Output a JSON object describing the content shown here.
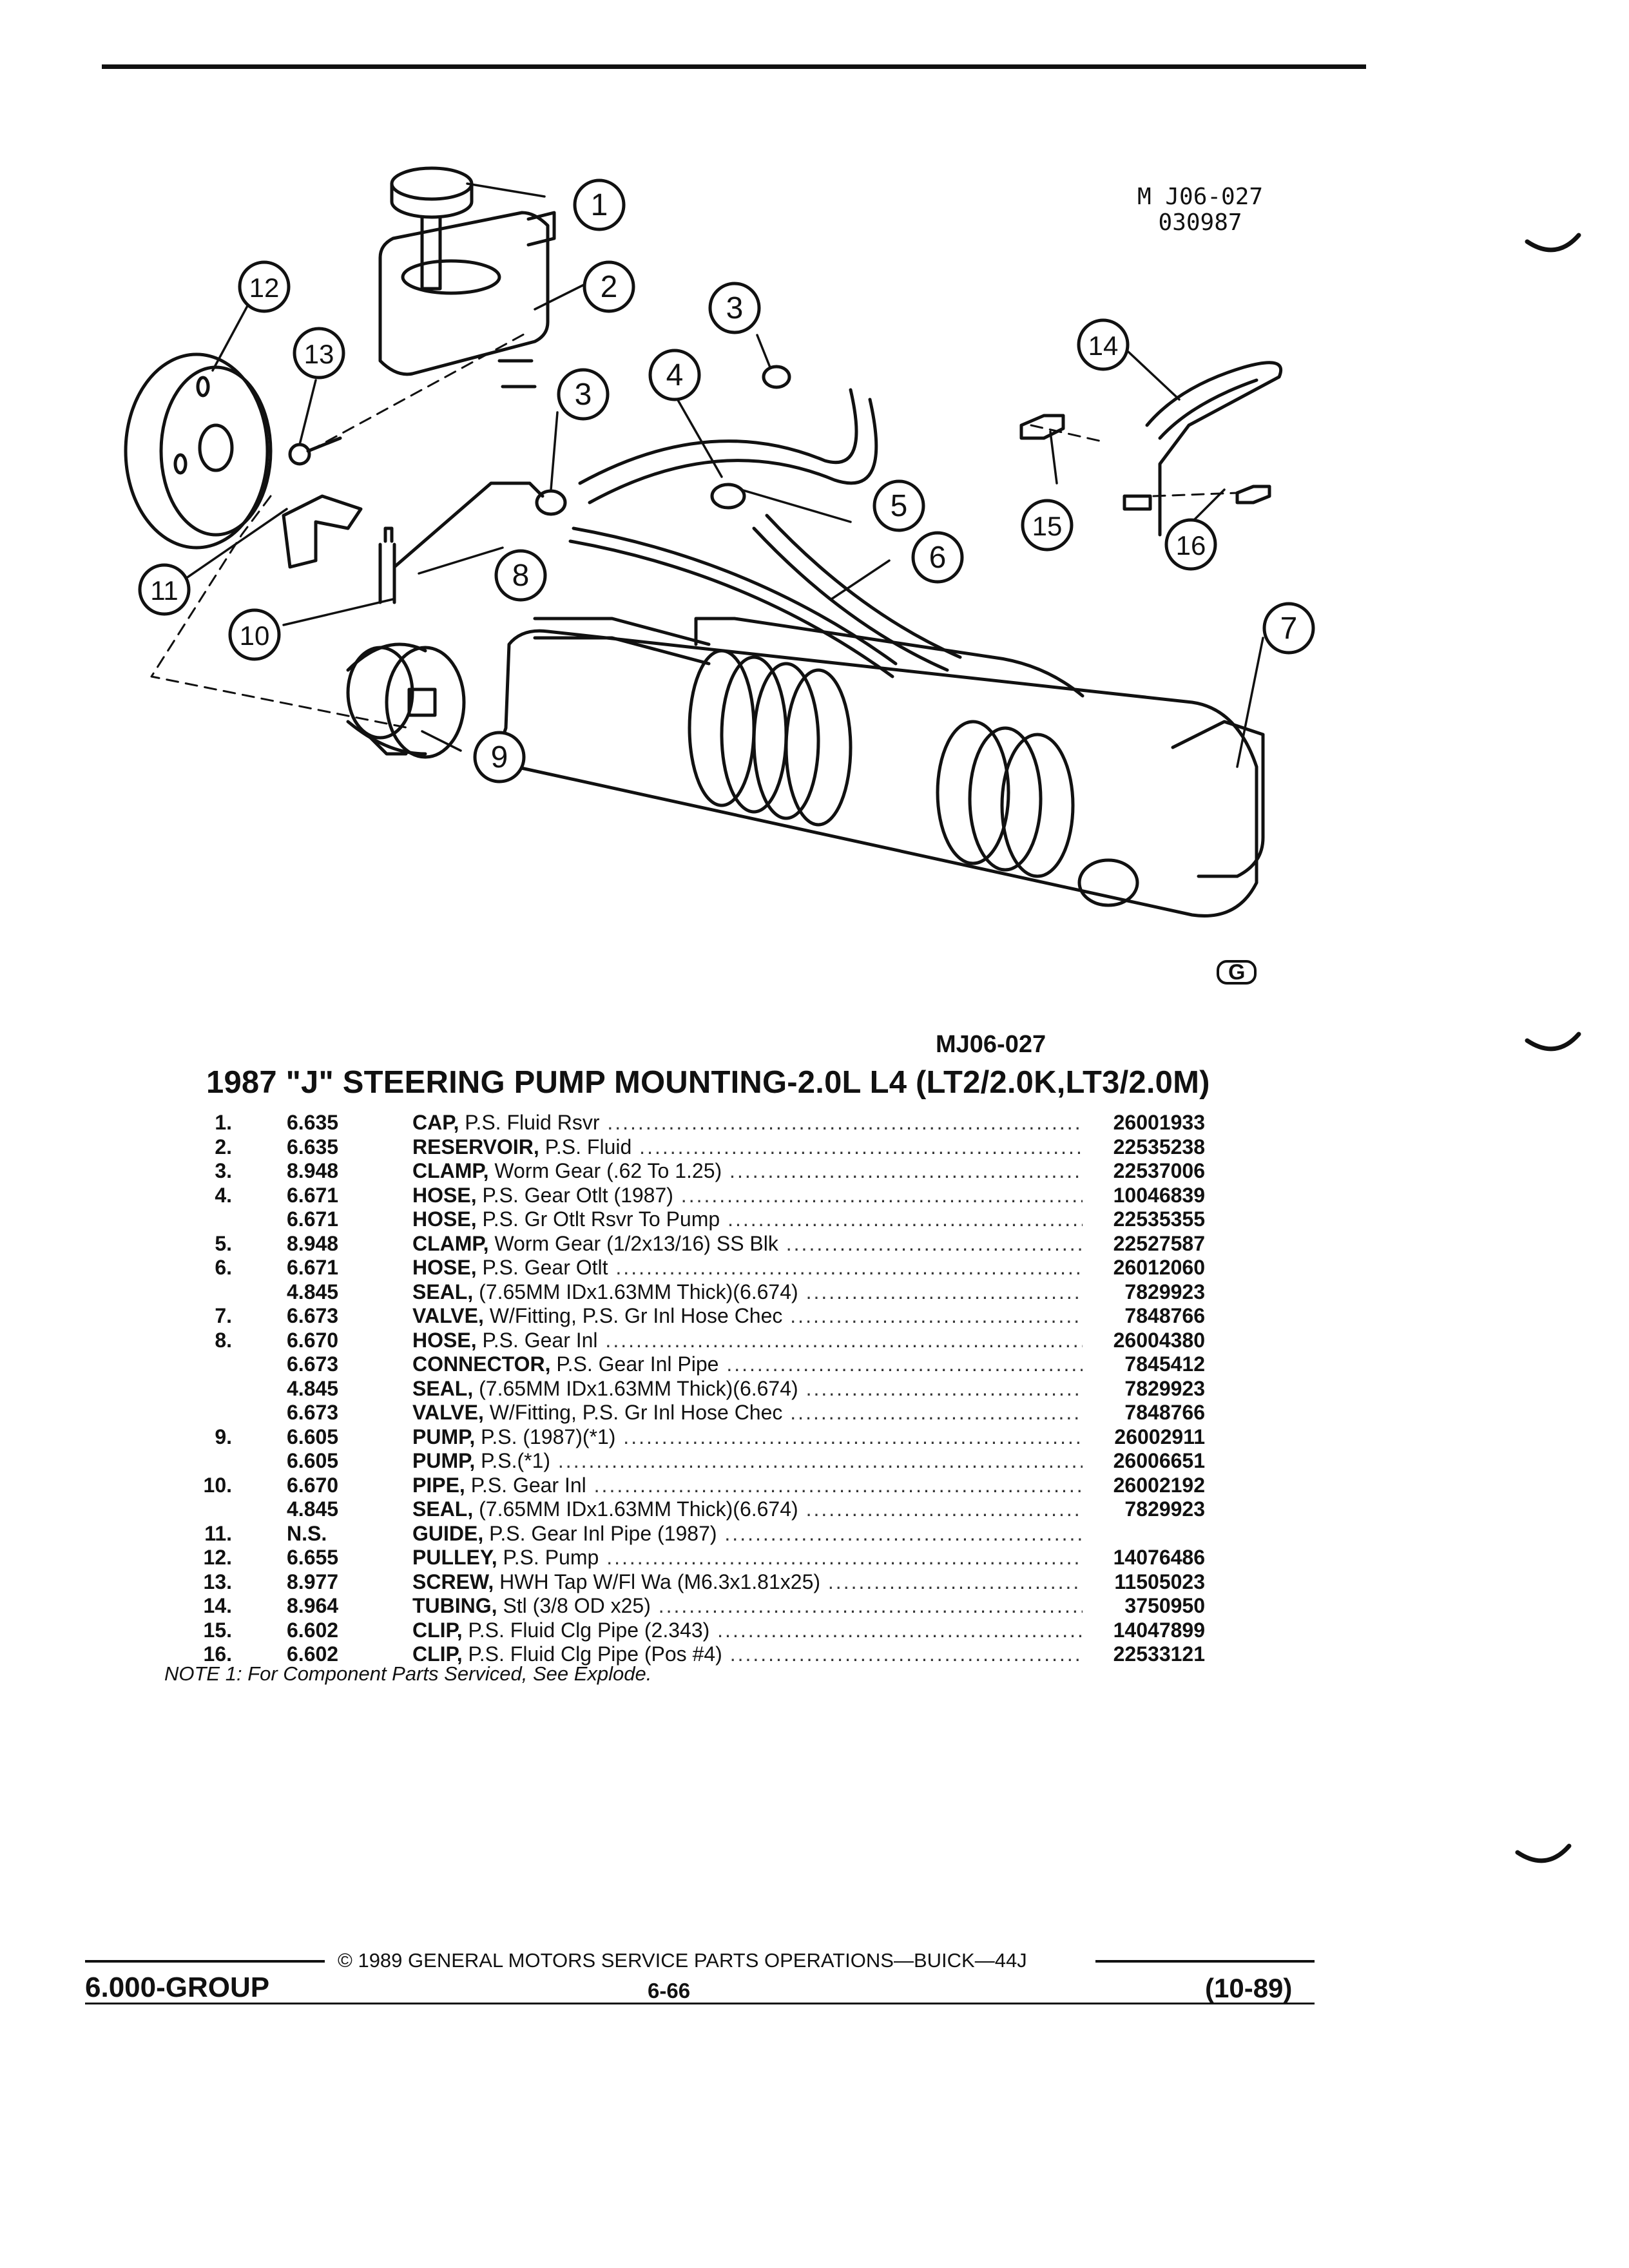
{
  "figure": {
    "code_line1": "M J06-027",
    "code_line2": "030987",
    "logo_text": "G",
    "callouts": [
      "1",
      "2",
      "3",
      "3",
      "4",
      "5",
      "6",
      "7",
      "8",
      "9",
      "10",
      "11",
      "12",
      "13",
      "14",
      "15",
      "16"
    ]
  },
  "caption_code": "MJ06-027",
  "section_title": "1987 \"J\" STEERING PUMP MOUNTING-2.0L L4 (LT2/2.0K,LT3/2.0M)",
  "parts": [
    {
      "ref": "1.",
      "group": "6.635",
      "name": "CAP,",
      "detail": "P.S. Fluid Rsvr",
      "part_no": "26001933"
    },
    {
      "ref": "2.",
      "group": "6.635",
      "name": "RESERVOIR,",
      "detail": "P.S. Fluid",
      "part_no": "22535238"
    },
    {
      "ref": "3.",
      "group": "8.948",
      "name": "CLAMP,",
      "detail": "Worm Gear (.62 To 1.25)",
      "part_no": "22537006"
    },
    {
      "ref": "4.",
      "group": "6.671",
      "name": "HOSE,",
      "detail": "P.S. Gear Otlt (1987)",
      "part_no": "10046839"
    },
    {
      "ref": "",
      "group": "6.671",
      "name": "HOSE,",
      "detail": "P.S. Gr Otlt Rsvr To Pump",
      "part_no": "22535355"
    },
    {
      "ref": "5.",
      "group": "8.948",
      "name": "CLAMP,",
      "detail": "Worm Gear (1/2x13/16) SS Blk",
      "part_no": "22527587"
    },
    {
      "ref": "6.",
      "group": "6.671",
      "name": "HOSE,",
      "detail": "P.S. Gear Otlt",
      "part_no": "26012060"
    },
    {
      "ref": "",
      "group": "4.845",
      "name": "SEAL,",
      "detail": "(7.65MM IDx1.63MM Thick)(6.674)",
      "part_no": "7829923"
    },
    {
      "ref": "7.",
      "group": "6.673",
      "name": "VALVE,",
      "detail": "W/Fitting, P.S. Gr Inl Hose Chec",
      "part_no": "7848766"
    },
    {
      "ref": "8.",
      "group": "6.670",
      "name": "HOSE,",
      "detail": "P.S. Gear Inl",
      "part_no": "26004380"
    },
    {
      "ref": "",
      "group": "6.673",
      "name": "CONNECTOR,",
      "detail": "P.S. Gear Inl Pipe",
      "part_no": "7845412"
    },
    {
      "ref": "",
      "group": "4.845",
      "name": "SEAL,",
      "detail": "(7.65MM IDx1.63MM Thick)(6.674)",
      "part_no": "7829923"
    },
    {
      "ref": "",
      "group": "6.673",
      "name": "VALVE,",
      "detail": "W/Fitting, P.S. Gr Inl Hose Chec",
      "part_no": "7848766"
    },
    {
      "ref": "9.",
      "group": "6.605",
      "name": "PUMP,",
      "detail": "P.S. (1987)(*1)",
      "part_no": "26002911"
    },
    {
      "ref": "",
      "group": "6.605",
      "name": "PUMP,",
      "detail": "P.S.(*1)",
      "part_no": "26006651"
    },
    {
      "ref": "10.",
      "group": "6.670",
      "name": "PIPE,",
      "detail": "P.S. Gear Inl",
      "part_no": "26002192"
    },
    {
      "ref": "",
      "group": "4.845",
      "name": "SEAL,",
      "detail": "(7.65MM IDx1.63MM Thick)(6.674)",
      "part_no": "7829923"
    },
    {
      "ref": "11.",
      "group": "N.S.",
      "name": "GUIDE,",
      "detail": "P.S. Gear Inl Pipe (1987)",
      "part_no": ""
    },
    {
      "ref": "12.",
      "group": "6.655",
      "name": "PULLEY,",
      "detail": "P.S. Pump",
      "part_no": "14076486"
    },
    {
      "ref": "13.",
      "group": "8.977",
      "name": "SCREW,",
      "detail": "HWH Tap W/Fl Wa (M6.3x1.81x25)",
      "part_no": "11505023"
    },
    {
      "ref": "14.",
      "group": "8.964",
      "name": "TUBING,",
      "detail": "Stl (3/8 OD x25)",
      "part_no": "3750950"
    },
    {
      "ref": "15.",
      "group": "6.602",
      "name": "CLIP,",
      "detail": "P.S. Fluid Clg Pipe (2.343)",
      "part_no": "14047899"
    },
    {
      "ref": "16.",
      "group": "6.602",
      "name": "CLIP,",
      "detail": "P.S. Fluid Clg Pipe (Pos #4)",
      "part_no": "22533121"
    }
  ],
  "note": "NOTE 1: For Component Parts Serviced, See Explode.",
  "footer": {
    "copyright": "© 1989 GENERAL MOTORS SERVICE PARTS OPERATIONS—BUICK—44J",
    "group": "6.000-GROUP",
    "page": "6-66",
    "date": "(10-89)"
  }
}
